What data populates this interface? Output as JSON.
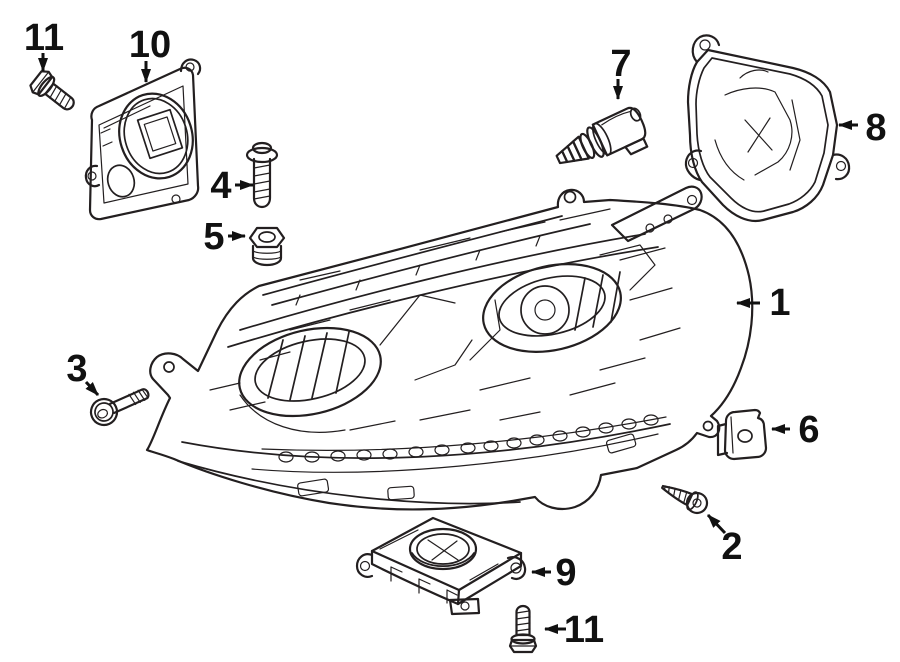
{
  "diagram": {
    "type": "exploded-parts-line-diagram",
    "subject": "headlamp-assembly-and-components",
    "background_color": "#ffffff",
    "line_color": "#231f20",
    "label_color": "#111111"
  },
  "callouts": [
    {
      "number": "1",
      "part": "headlamp-assembly"
    },
    {
      "number": "2",
      "part": "tapping-screw"
    },
    {
      "number": "3",
      "part": "mount-bolt"
    },
    {
      "number": "4",
      "part": "bolt"
    },
    {
      "number": "5",
      "part": "grommet-nut"
    },
    {
      "number": "6",
      "part": "retainer-clip"
    },
    {
      "number": "7",
      "part": "bulb-socket"
    },
    {
      "number": "8",
      "part": "dust-cover"
    },
    {
      "number": "9",
      "part": "control-module"
    },
    {
      "number": "10",
      "part": "led-module"
    },
    {
      "number": "11",
      "part": "flange-bolt-upper"
    },
    {
      "number": "11",
      "part": "flange-bolt-lower"
    }
  ]
}
